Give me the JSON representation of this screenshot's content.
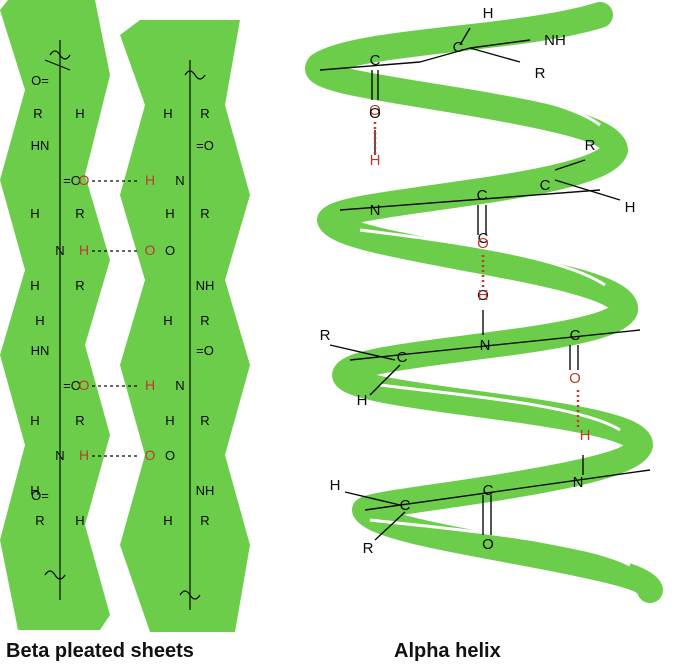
{
  "captions": {
    "beta": "Beta pleated sheets",
    "alpha": "Alpha helix"
  },
  "colors": {
    "ribbon": "#6ccd4b",
    "bond": "#0a0a0a",
    "hbond": "#c0392b",
    "highlight": "#ffffff"
  },
  "beta": {
    "left_labels": [
      "O=",
      "R",
      "H",
      "HN",
      "=O",
      "H",
      "R",
      "N",
      "H",
      "R",
      "H",
      "HN",
      "=O",
      "H",
      "R",
      "N",
      "H",
      "O=",
      "R",
      "H"
    ],
    "right_labels": [
      "H",
      "R",
      "=O",
      "N",
      "H",
      "R",
      "O",
      "NH",
      "H",
      "R",
      "=O",
      "N",
      "H",
      "R",
      "O",
      "NH",
      "H",
      "R"
    ],
    "hbond_pairs": [
      {
        "left": "O",
        "right": "H"
      },
      {
        "left": "H",
        "right": "O"
      },
      {
        "left": "O",
        "right": "H"
      },
      {
        "left": "H",
        "right": "O"
      }
    ]
  },
  "alpha": {
    "atoms": [
      "H",
      "C",
      "NH",
      "R",
      "C",
      "O",
      "O",
      "H",
      "R",
      "C",
      "H",
      "N",
      "C",
      "C",
      "O",
      "O",
      "H",
      "R",
      "C",
      "N",
      "C",
      "H",
      "O",
      "H",
      "N",
      "H",
      "C",
      "C",
      "R",
      "O"
    ]
  }
}
